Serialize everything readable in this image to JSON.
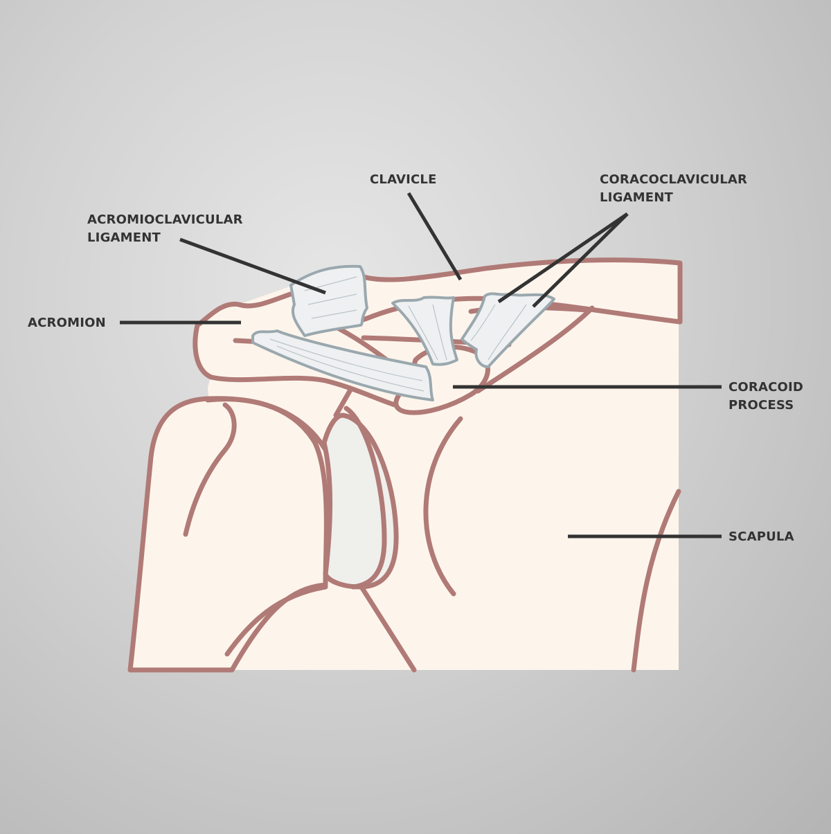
{
  "title": "Shoulder joint anatomy",
  "labels": {
    "clavicle": "CLAVICLE",
    "coracoclavicular": [
      "CORACOCLAVICULAR",
      "LIGAMENT"
    ],
    "acromioclavicular": [
      "ACROMIOCLAVICULAR",
      "LIGAMENT"
    ],
    "acromion": "ACROMION",
    "coracoid": [
      "CORACOID",
      "PROCESS"
    ],
    "scapula": "SCAPULA"
  },
  "colors": {
    "bone_fill": "#fdf5ec",
    "bone_outline": "#b07a76",
    "ligament": "#eef0f2",
    "ligament_outline": "#9aa8ae",
    "label": "#333333"
  }
}
